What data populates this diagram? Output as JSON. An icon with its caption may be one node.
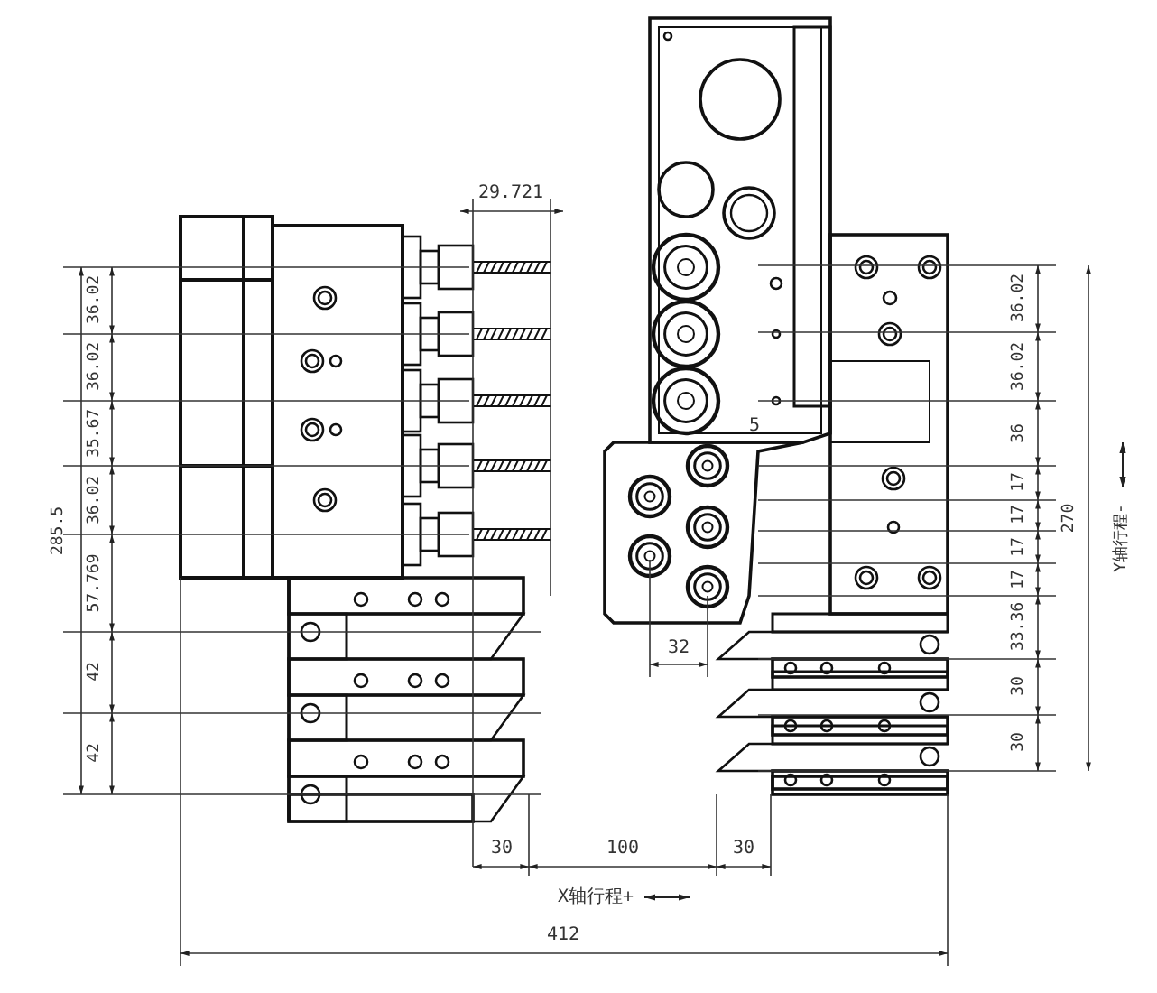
{
  "diagram": {
    "labels": [
      "29.721",
      "285.5",
      "36.02",
      "36.02",
      "35.67",
      "36.02",
      "57.769",
      "42",
      "42",
      "36.02",
      "36.02",
      "36",
      "17",
      "17",
      "17",
      "17",
      "33.36",
      "30",
      "30",
      "270",
      "Y轴行程-",
      "5",
      "32",
      "30",
      "100",
      "30",
      "X轴行程+",
      "412"
    ]
  }
}
